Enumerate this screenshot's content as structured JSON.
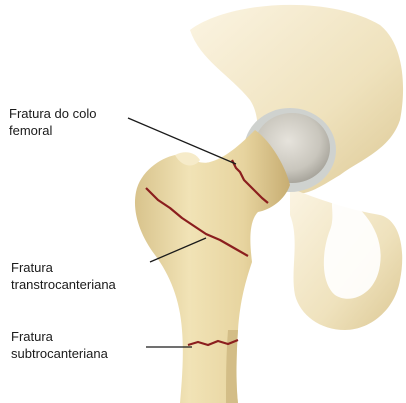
{
  "labels": {
    "femoral_neck": {
      "line1": "Fratura do colo",
      "line2": "femoral"
    },
    "transtrochanteric": {
      "line1": "Fratura",
      "line2": "transtrocanteriana"
    },
    "subtrochanteric": {
      "line1": "Fratura",
      "line2": "subtrocanteriana"
    }
  },
  "colors": {
    "bone": "#ead9a8",
    "bone_shadow": "#c9b27a",
    "pelvis": "#f1e6c6",
    "cartilage": "#b9bcb9",
    "fracture_line": "#8b1e1e",
    "leader_line": "#1a1a1a"
  }
}
